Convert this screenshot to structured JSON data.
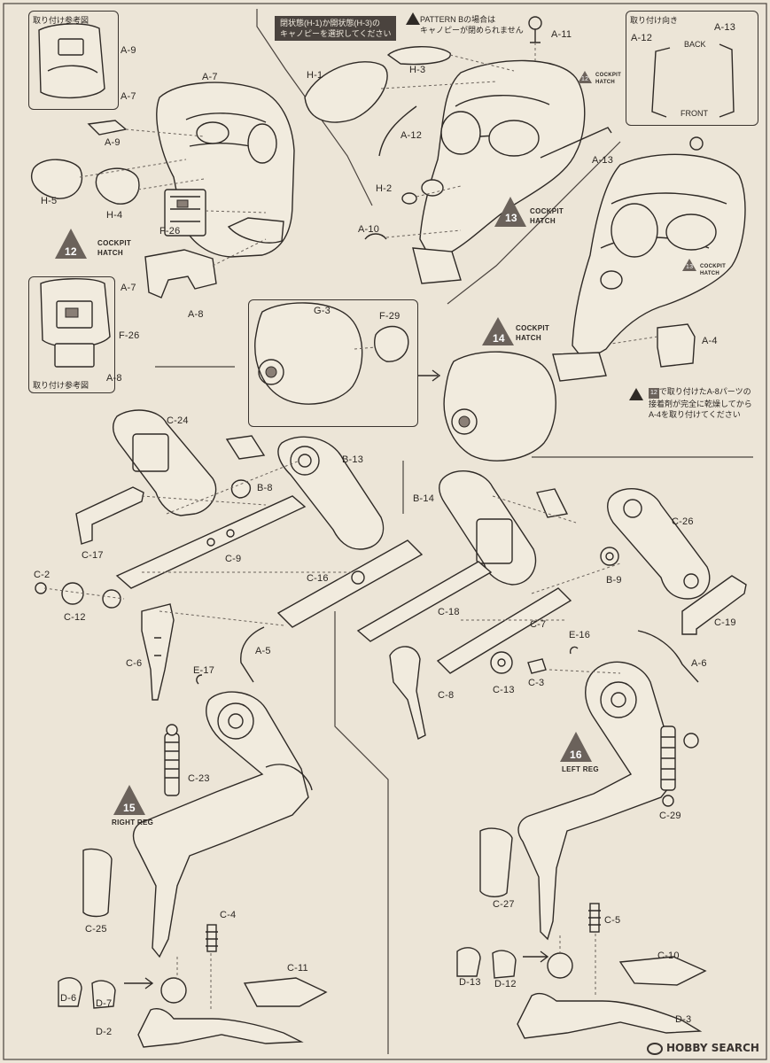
{
  "top_left_ref": {
    "title": "取り付け参考図",
    "parts": [
      "A-9",
      "A-7"
    ]
  },
  "step12": {
    "number": "12",
    "title_line1": "COCKPIT",
    "title_line2": "HATCH",
    "parts": [
      "A-7",
      "A-9",
      "H-5",
      "H-4",
      "F-26",
      "A-8"
    ]
  },
  "left_ref": {
    "title": "取り付け参考図",
    "parts": [
      "A-7",
      "F-26",
      "A-8"
    ]
  },
  "step13": {
    "number": "13",
    "title_line1": "COCKPIT",
    "title_line2": "HATCH",
    "parts": [
      "H-1",
      "H-3",
      "A-11",
      "A-12",
      "A-13",
      "H-2",
      "A-10"
    ],
    "note_choice_line1": "閉状態(H-1)か開状態(H-3)の",
    "note_choice_line2": "キャノピーを選択してください",
    "note_pattern_line1": "PATTERN Bの場合は",
    "note_pattern_line2": "キャノピーが閉められません"
  },
  "orientation_box": {
    "title": "取り付け向き",
    "left_part": "A-12",
    "right_part": "A-13",
    "back_label": "BACK",
    "front_label": "FRONT"
  },
  "step13_small_badge": {
    "number": "12",
    "title_line1": "COCKPIT",
    "title_line2": "HATCH"
  },
  "step14_small_badge": {
    "number": "13",
    "title_line1": "COCKPIT",
    "title_line2": "HATCH"
  },
  "step14": {
    "number": "14",
    "title_line1": "COCKPIT",
    "title_line2": "HATCH",
    "parts": [
      "G-3",
      "F-29",
      "A-4"
    ],
    "note_line1": "で取り付けたA-8パーツの",
    "note_line2": "接着剤が完全に乾燥してから",
    "note_line3": "A-4を取り付けてください",
    "note_badge": "12"
  },
  "step15": {
    "number": "15",
    "title": "RIGHT REG",
    "parts": [
      "C-24",
      "B-13",
      "B-8",
      "C-17",
      "C-9",
      "C-16",
      "C-2",
      "C-12",
      "C-6",
      "E-17",
      "A-5",
      "C-23",
      "C-25",
      "C-4",
      "C-11",
      "D-6",
      "D-7",
      "D-2"
    ]
  },
  "step16": {
    "number": "16",
    "title": "LEFT REG",
    "parts": [
      "B-14",
      "C-26",
      "B-9",
      "C-19",
      "C-18",
      "C-7",
      "C-8",
      "C-13",
      "C-3",
      "E-16",
      "A-6",
      "C-29",
      "C-27",
      "C-5",
      "C-10",
      "D-13",
      "D-12",
      "D-3"
    ]
  },
  "watermark": "HOBBY SEARCH"
}
